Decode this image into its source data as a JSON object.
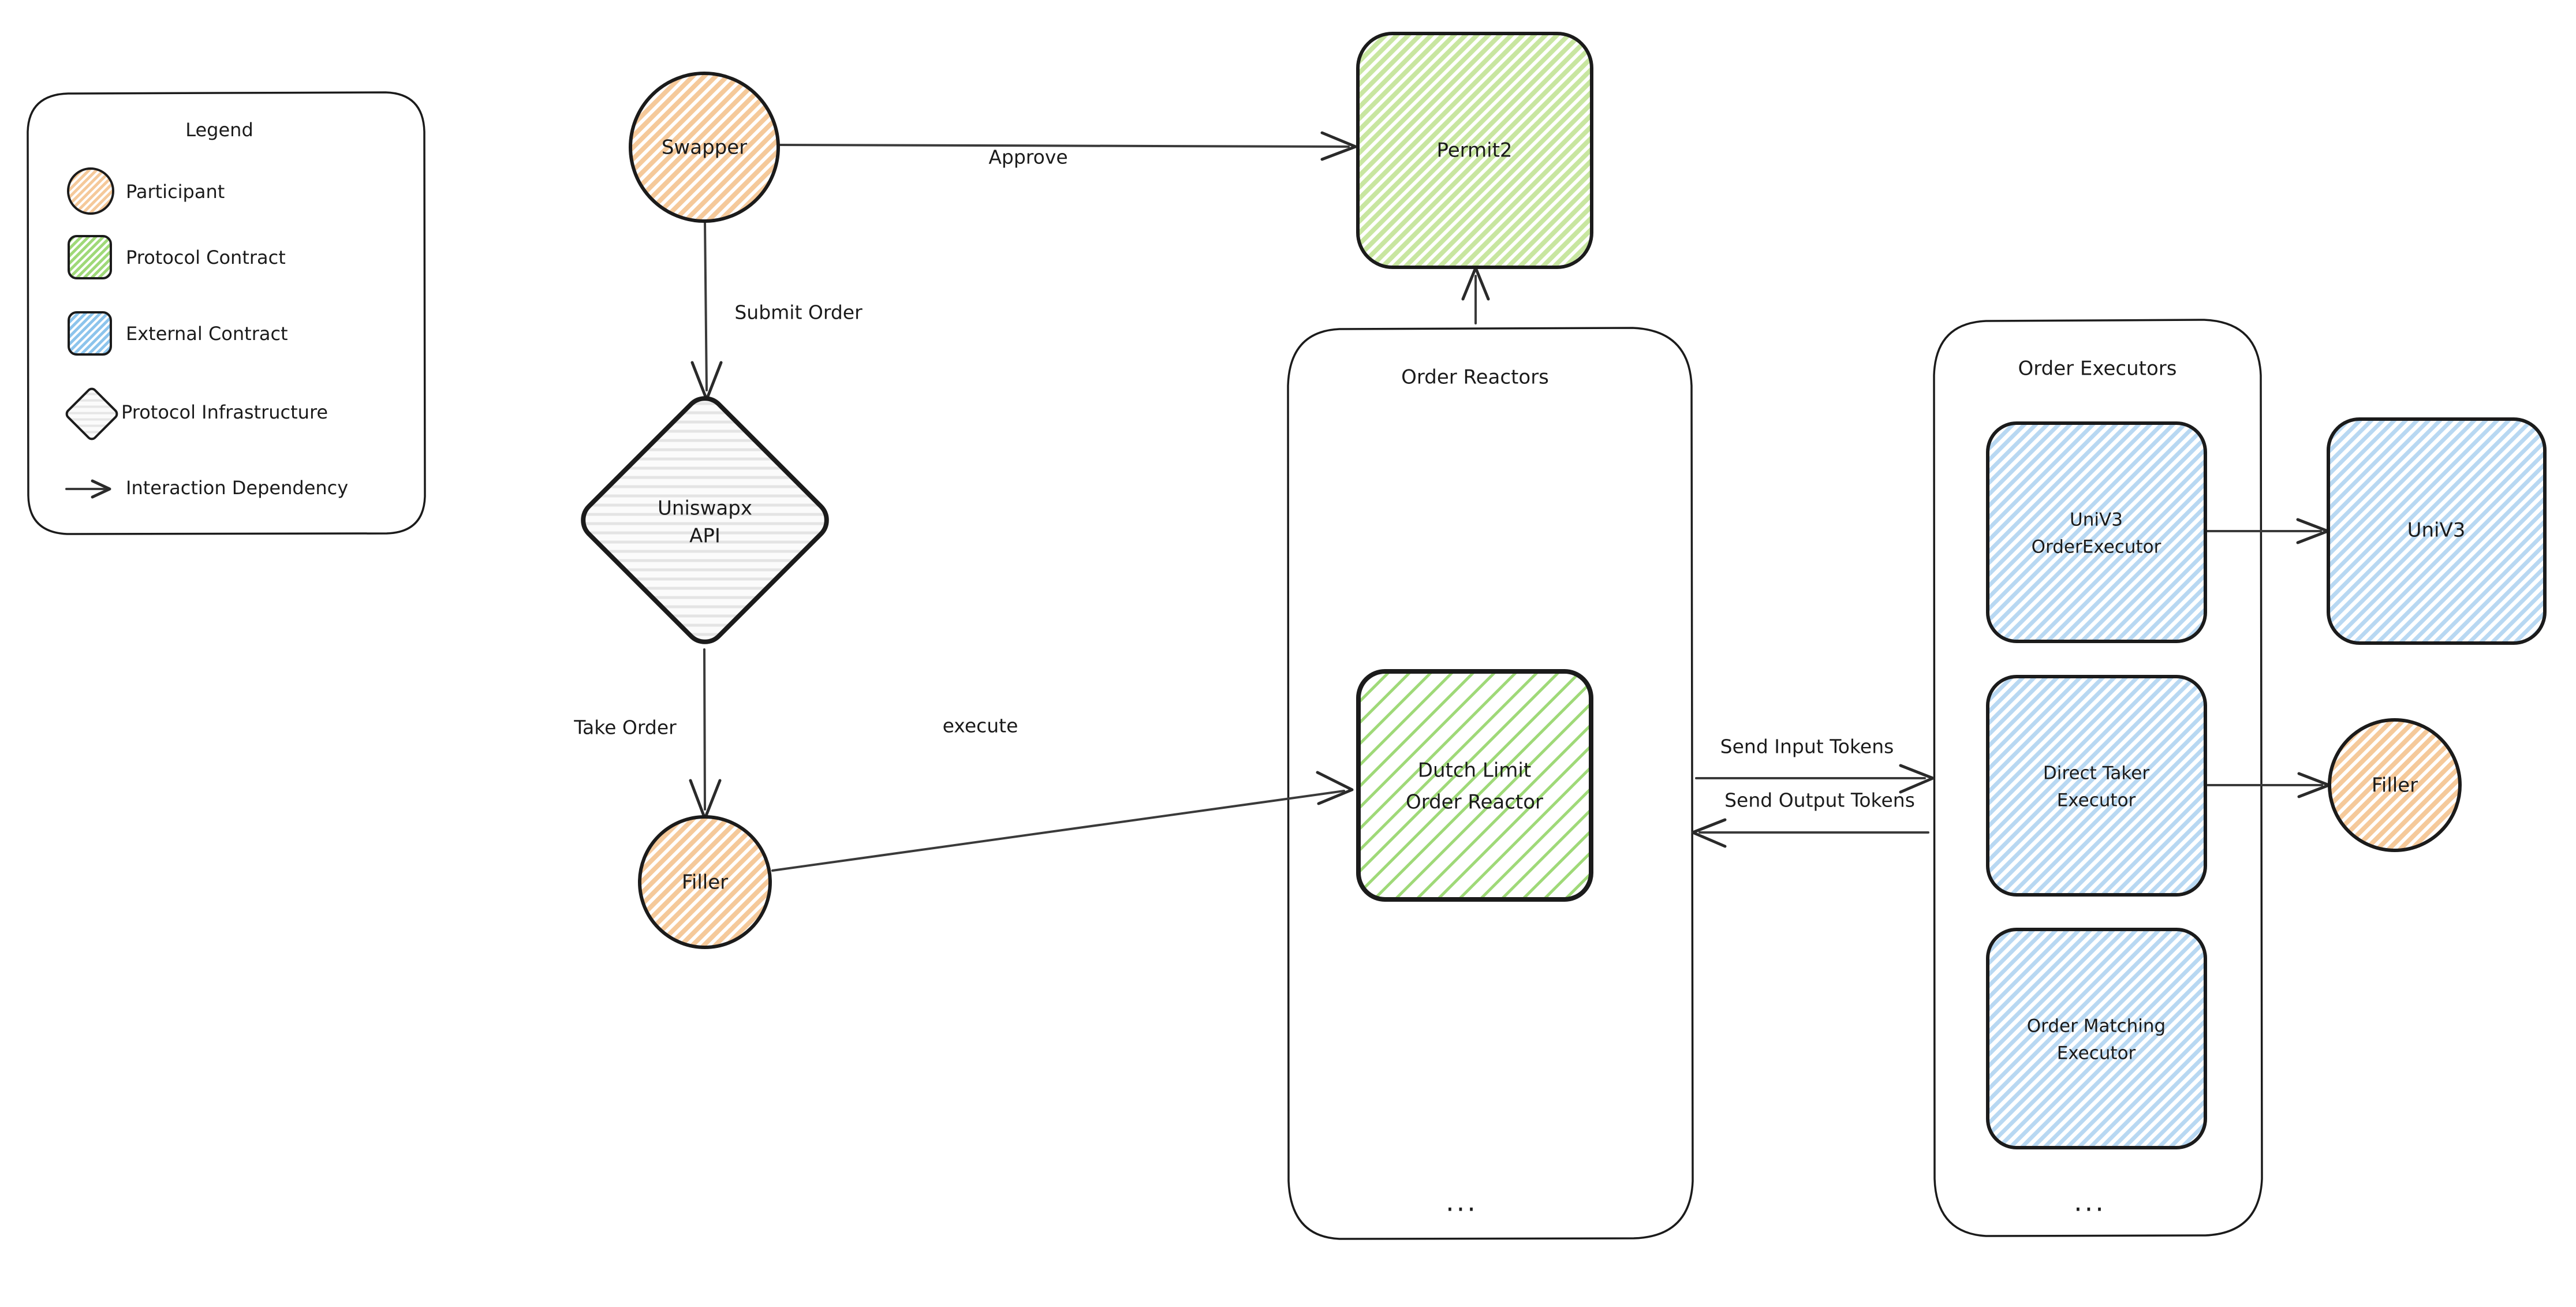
{
  "legend": {
    "title": "Legend",
    "items": [
      {
        "shape": "circle",
        "swatch": "participant-swatch",
        "label": "Participant"
      },
      {
        "shape": "rect",
        "swatch": "protocol-contract-swatch",
        "label": "Protocol Contract"
      },
      {
        "shape": "rect",
        "swatch": "external-contract-swatch",
        "label": "External Contract"
      },
      {
        "shape": "diamond",
        "swatch": "protocol-infrastructure-swatch",
        "label": "Protocol Infrastructure"
      },
      {
        "shape": "arrow",
        "swatch": "interaction-dependency-arrow",
        "label": "Interaction Dependency"
      }
    ]
  },
  "nodes": {
    "swapper": "Swapper",
    "permit2": "Permit2",
    "uniswapx_api_line1": "Uniswapx",
    "uniswapx_api_line2": "API",
    "filler_left": "Filler",
    "filler_right": "Filler",
    "dutch_limit_line1": "Dutch Limit",
    "dutch_limit_line2": "Order Reactor",
    "univ3_order_executor_line1": "UniV3",
    "univ3_order_executor_line2": "OrderExecutor",
    "direct_taker_line1": "Direct Taker",
    "direct_taker_line2": "Executor",
    "order_matching_line1": "Order Matching",
    "order_matching_line2": "Executor",
    "univ3": "UniV3"
  },
  "groups": {
    "order_reactors": "Order Reactors",
    "order_executors": "Order Executors",
    "ellipsis": "..."
  },
  "edges": {
    "approve": "Approve",
    "submit_order": "Submit Order",
    "take_order": "Take Order",
    "execute": "execute",
    "send_input_tokens": "Send Input Tokens",
    "send_output_tokens": "Send Output Tokens"
  },
  "colors": {
    "participant": "#f5c99a",
    "participant_hatch": "#e8a768",
    "protocol_contract": "#c8e6a0",
    "protocol_contract_hatch": "#8dc95a",
    "external_contract": "#b8d8f2",
    "external_contract_hatch": "#6cb0e8",
    "infrastructure": "#f2f2f2",
    "infrastructure_hatch": "#cfcfcf",
    "stroke": "#1b1b1b",
    "edge": "#3a3a3a",
    "background": "#ffffff"
  }
}
